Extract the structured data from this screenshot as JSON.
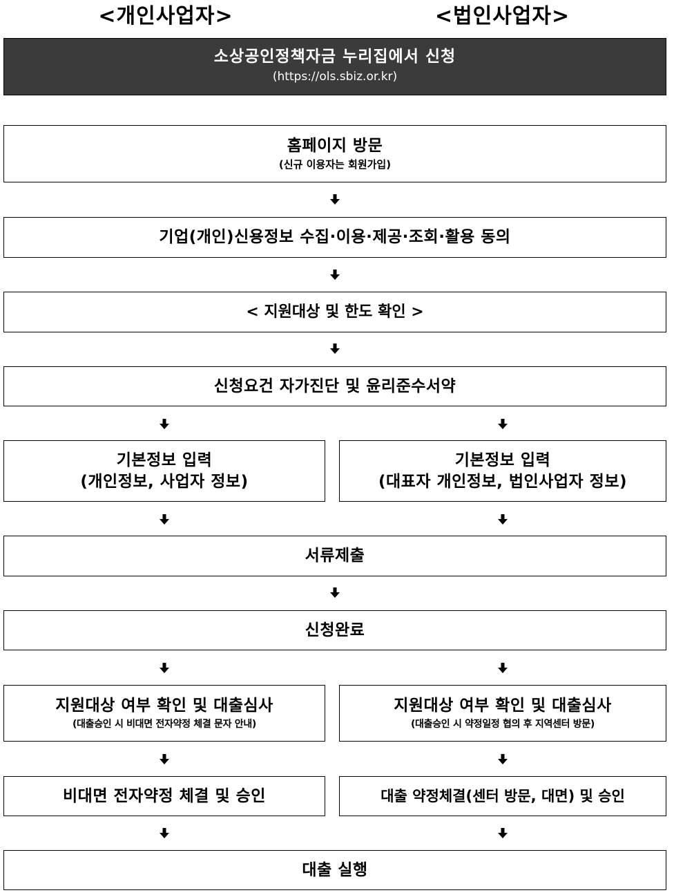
{
  "headers": {
    "individual": "<개인사업자>",
    "corporate": "<법인사업자>"
  },
  "banner": {
    "title": "소상공인정책자금 누리집에서 신청",
    "url": "(https://ols.sbiz.or.kr)",
    "bg_color": "#3b3b3b"
  },
  "steps": {
    "visit": {
      "title": "홈페이지 방문",
      "note": "(신규 이용자는 회원가입)"
    },
    "consent": {
      "title": "기업(개인)신용정보 수집·이용·제공·조회·활용 동의"
    },
    "check_limit": {
      "title": "< 지원대상 및 한도 확인 >"
    },
    "self_check": {
      "title": "신청요건 자가진단 및 윤리준수서약"
    },
    "basic_info_individual": {
      "title": "기본정보 입력",
      "note": "(개인정보, 사업자 정보)"
    },
    "basic_info_corporate": {
      "title": "기본정보 입력",
      "note": "(대표자 개인정보, 법인사업자 정보)"
    },
    "documents": {
      "title": "서류제출"
    },
    "complete": {
      "title": "신청완료"
    },
    "review_individual": {
      "title": "지원대상 여부 확인 및 대출심사",
      "note": "(대출승인 시 비대면 전자약정 체결 문자 안내)"
    },
    "review_corporate": {
      "title": "지원대상 여부 확인 및 대출심사",
      "note": "(대출승인 시 약정일정 협의 후 지역센터 방문)"
    },
    "contract_individual": {
      "title": "비대면 전자약정 체결 및 승인"
    },
    "contract_corporate": {
      "title": "대출 약정체결(센터 방문, 대면) 및 승인"
    },
    "execute": {
      "title": "대출 실행"
    }
  }
}
